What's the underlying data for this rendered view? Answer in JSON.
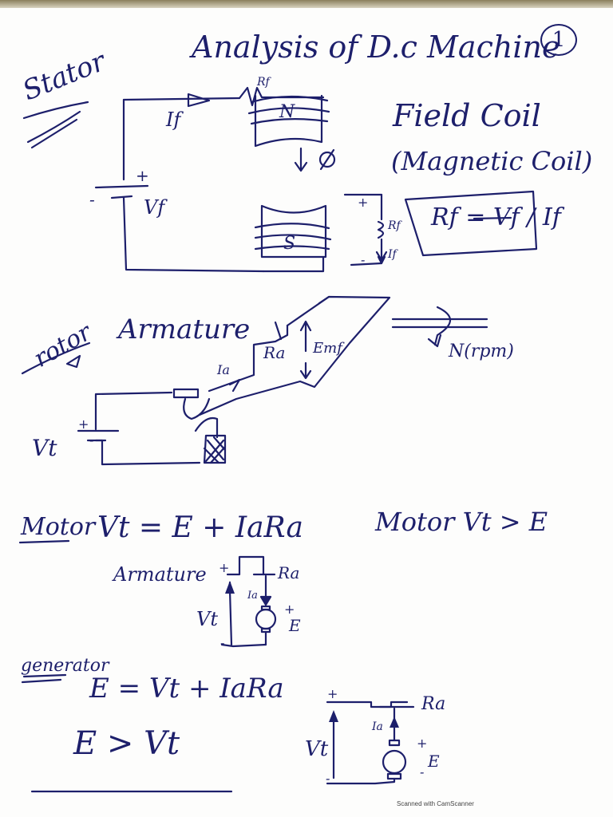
{
  "title": "Analysis of D.c Machine",
  "page_number": "1",
  "stator": {
    "label": "Stator",
    "current": "If",
    "resistance": "Rf",
    "pole_north": "N",
    "pole_south": "S",
    "voltage": "Vf",
    "flux": "φ",
    "coil_label": "Field Coil",
    "coil_sublabel": "(Magnetic Coil)",
    "side_resistance": "Rf",
    "side_current": "If",
    "formula": "Rf = Vf / If",
    "plus": "+",
    "minus": "-"
  },
  "rotor": {
    "label": "rotor",
    "armature": "Armature",
    "ia": "Ia",
    "ra": "Ra",
    "emf": "Emf",
    "speed": "N(rpm)",
    "vt": "Vt",
    "plus": "+",
    "minus": "-"
  },
  "motor": {
    "label": "Motor",
    "equation": "Vt = E + IaRa",
    "condition": "Motor Vt > E",
    "armature": "Armature",
    "ra": "Ra",
    "ia": "Ia",
    "vt": "Vt",
    "e": "E",
    "plus": "+",
    "minus": "-"
  },
  "generator": {
    "label": "generator",
    "equation": "E = Vt + IaRa",
    "condition": "E > Vt",
    "ra": "Ra",
    "ia": "Ia",
    "vt": "Vt",
    "e": "E",
    "plus": "+",
    "minus": "-"
  },
  "footer": "Scanned with CamScanner"
}
